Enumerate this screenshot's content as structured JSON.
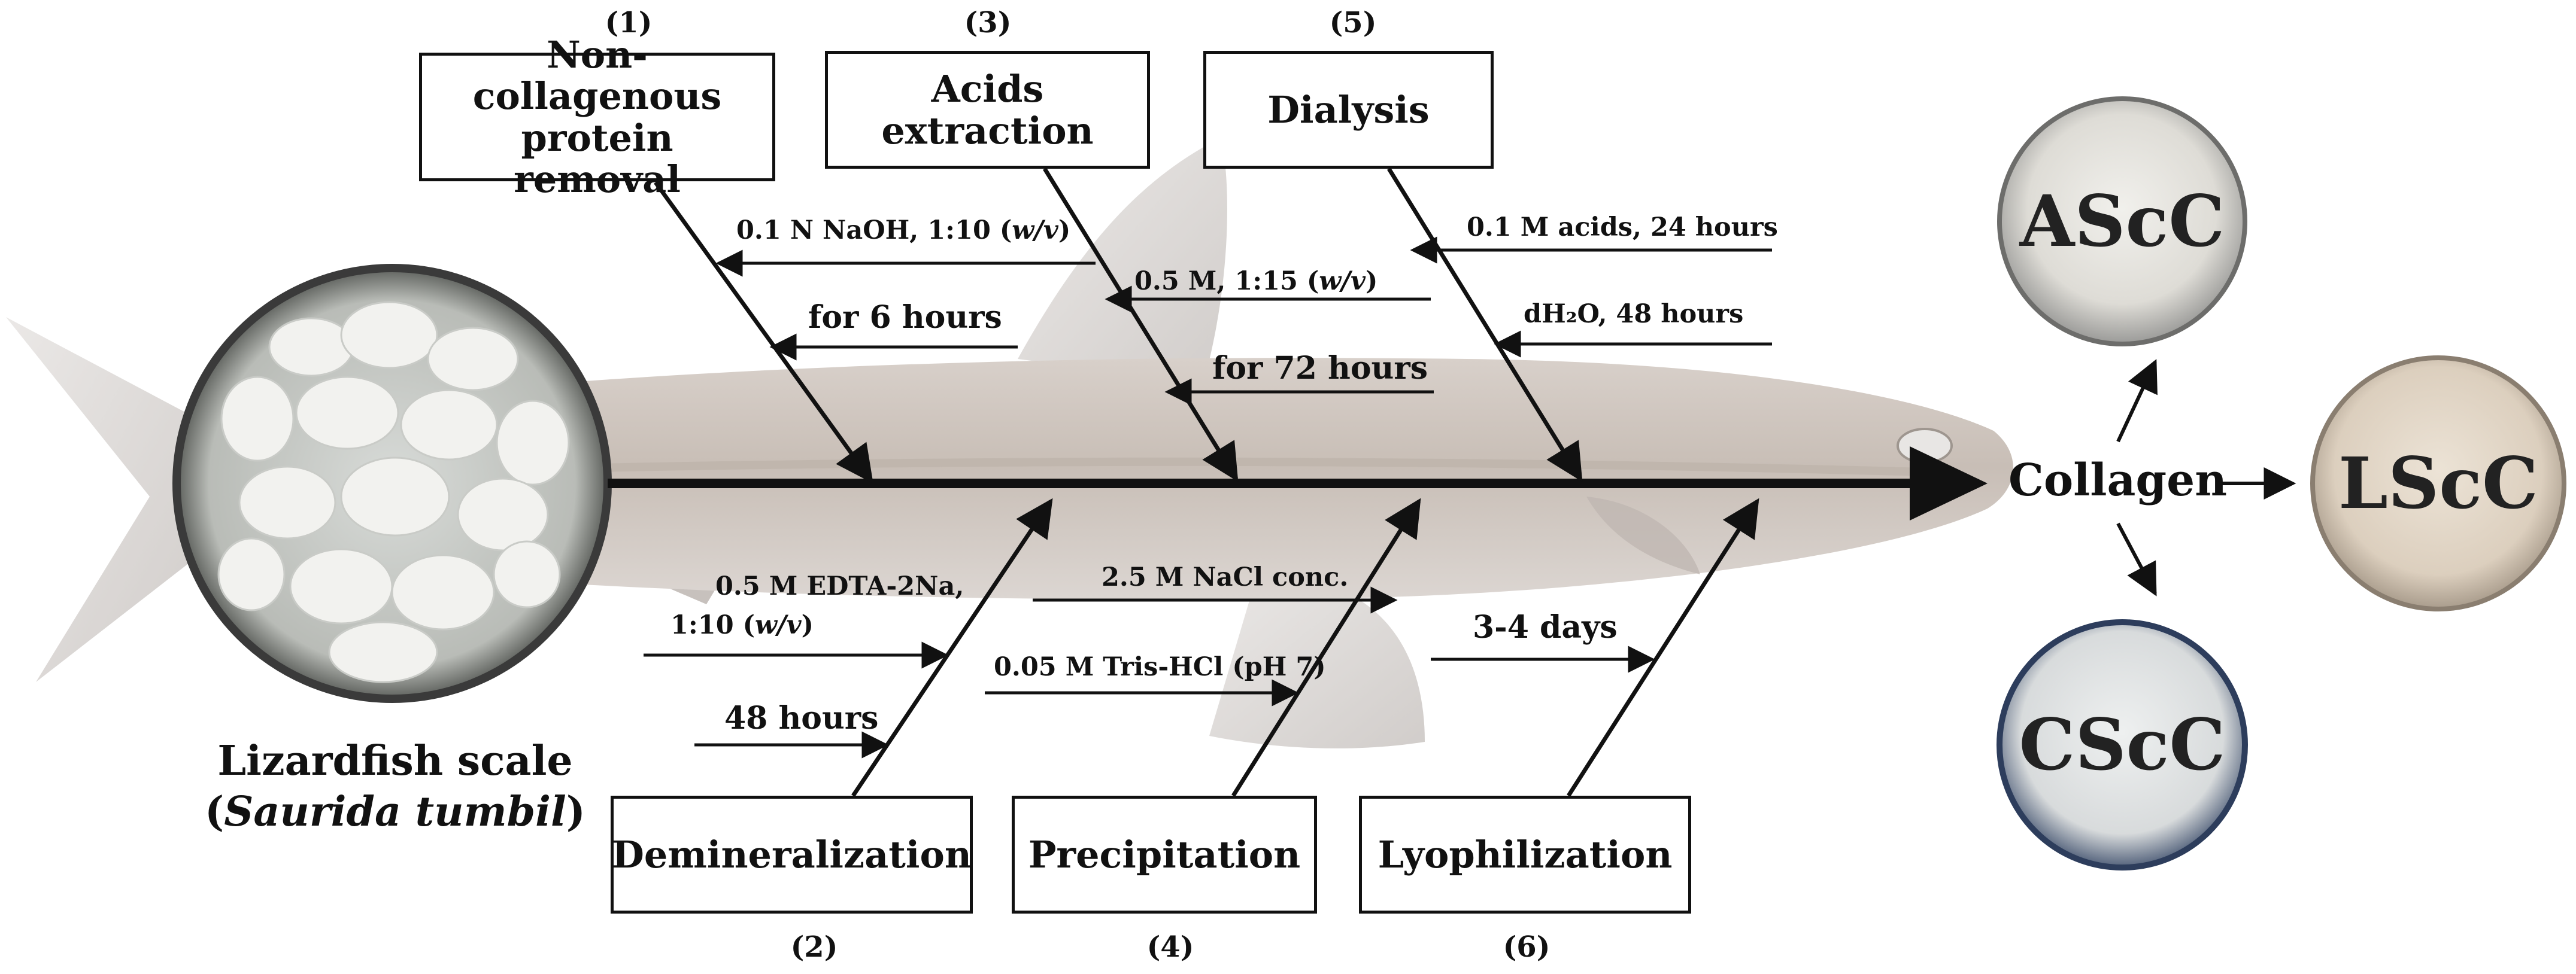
{
  "steps": [
    {
      "num": "(1)",
      "label": "Non-collagenous protein removal"
    },
    {
      "num": "(2)",
      "label": "Demineralization"
    },
    {
      "num": "(3)",
      "label": "Acids extraction"
    },
    {
      "num": "(4)",
      "label": "Precipitation"
    },
    {
      "num": "(5)",
      "label": "Dialysis"
    },
    {
      "num": "(6)",
      "label": "Lyophilization"
    }
  ],
  "conditions": {
    "s1_a_text": "0.1 N NaOH, 1:10 (",
    "s1_a_it": "w/v",
    "s1_a_end": ")",
    "s1_b": "for 6 hours",
    "s2_a": "0.5 M EDTA-2Na,",
    "s2_b_text": "1:10 (",
    "s2_b_it": "w/v",
    "s2_b_end": ")",
    "s2_c": "48 hours",
    "s3_a_text": "0.5 M, 1:15 (",
    "s3_a_it": "w/v",
    "s3_a_end": ")",
    "s3_b": "for 72 hours",
    "s4_a": "2.5 M NaCl conc.",
    "s4_b": "0.05 M Tris-HCl (pH 7)",
    "s5_a": "0.1 M acids, 24 hours",
    "s5_b": "dH₂O, 48 hours",
    "s6_a": "3-4 days"
  },
  "source": {
    "title": "Lizardfish scale",
    "species_open": "(",
    "species": "Saurida tumbil",
    "species_close": ")"
  },
  "product": {
    "hub": "Collagen",
    "outputs": [
      "AScC",
      "LScC",
      "CScC"
    ]
  },
  "colors": {
    "line": "#111111",
    "fish_body": "#cfc6bf",
    "dish_white": "#ecebe6",
    "dish_cream": "#e6dccd"
  }
}
